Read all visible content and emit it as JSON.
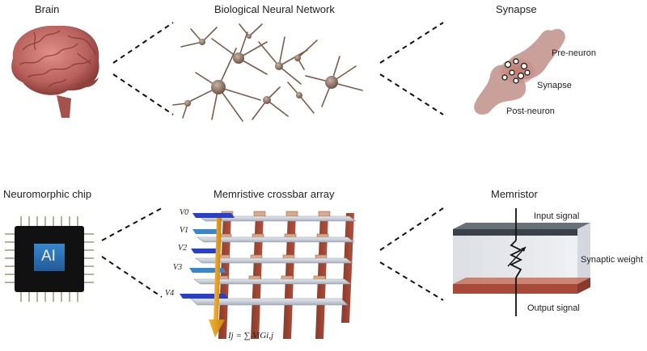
{
  "panels": {
    "brain": {
      "title": "Brain"
    },
    "bnn": {
      "title": "Biological Neural Network"
    },
    "synapse": {
      "title": "Synapse",
      "pre_label": "Pre-neuron",
      "syn_label": "Synapse",
      "post_label": "Post-neuron"
    },
    "chip": {
      "title": "Neuromorphic chip",
      "ai_text": "AI"
    },
    "crossbar": {
      "title": "Memristive crossbar array",
      "voltages": [
        "V0",
        "V1",
        "V2",
        "V3",
        "V4"
      ],
      "current_equation": "Ij = ∑ ViGi,j"
    },
    "memristor": {
      "title": "Memristor",
      "input_label": "Input signal",
      "weight_label": "Synaptic weight",
      "output_label": "Output signal"
    }
  },
  "colors": {
    "brain": "#c9706b",
    "neuron": "#8a6a5a",
    "chip": "#111111",
    "chip_core": "#2a72b8",
    "electrode_top": "#c9ced8",
    "electrode_bottom": "#a84a3a",
    "voltage_bar": "#2a3fc8",
    "current_arrow": "#e8a21a"
  }
}
